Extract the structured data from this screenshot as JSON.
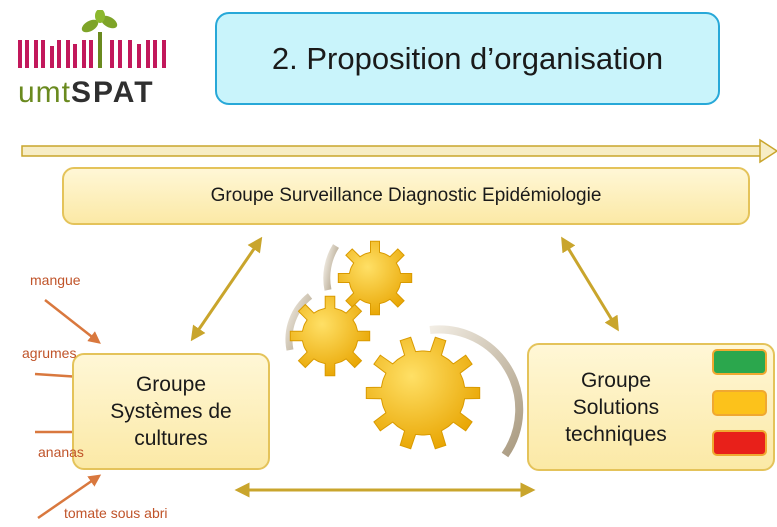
{
  "logo": {
    "text_prefix": "umt",
    "text_suffix": "SPAT"
  },
  "title": "2. Proposition d’organisation",
  "groups": {
    "surveillance": "Groupe Surveillance Diagnostic Epidémiologie",
    "systemes": {
      "line1": "Groupe",
      "line2": "Systèmes de",
      "line3": "cultures"
    },
    "solutions": {
      "line1": "Groupe",
      "line2": "Solutions",
      "line3": "techniques"
    }
  },
  "crops": [
    "mangue",
    "agrumes",
    "ananas",
    "tomate sous abri"
  ],
  "indicators": [
    {
      "color": "#2ba74d"
    },
    {
      "color": "#fcc21b"
    },
    {
      "color": "#e8201a"
    }
  ],
  "colors": {
    "title_border": "#27a8d8",
    "title_fill": "#c9f4fb",
    "box_border": "#e4c35a",
    "gear": "#f7b800",
    "arrow": "#c9a52c",
    "crop_text": "#c0542a"
  }
}
